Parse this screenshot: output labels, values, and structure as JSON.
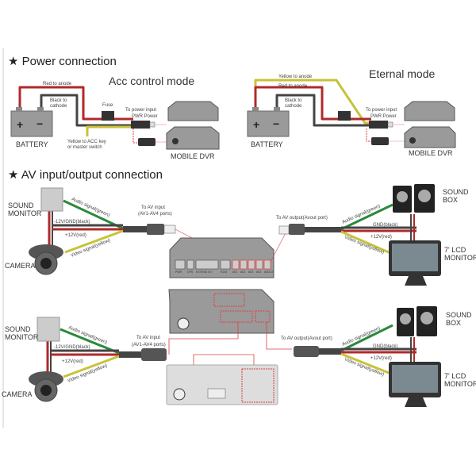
{
  "power": {
    "heading": "★ Power connection",
    "acc": {
      "title": "Acc control mode",
      "red_label": "Red to anode",
      "black_label_1": "Black to",
      "black_label_2": "cathode",
      "fuse_label": "Fuse",
      "yellow_label_1": "Yellow to ACC key",
      "yellow_label_2": "or master switch",
      "power_input_1": "To power input",
      "power_input_2": "PWR Power",
      "battery": "BATTERY",
      "dvr": "MOBILE DVR"
    },
    "eternal": {
      "title": "Eternal mode",
      "yellow_label": "Yellow to anode",
      "red_label": "Red to anode",
      "black_label_1": "Black to",
      "black_label_2": "cathode",
      "power_input_1": "To power input",
      "power_input_2": "PWR Power",
      "battery": "BATTERY",
      "dvr": "MOBILE DVR"
    }
  },
  "av": {
    "heading": "★ AV input/output connection",
    "sound_monitor_1": "SOUND",
    "sound_monitor_2": "MONITOR",
    "camera": "CAMERA",
    "audio_in": "Audio signal(green)",
    "gnd_in": "-12V/GND(black)",
    "plus12_in": "+12V(red)",
    "video_in": "Video signal(yellow)",
    "to_av_input_1": "To AV input",
    "to_av_input_2": "(AV1-AV4 ports)",
    "to_av_output": "To AV output(Avout port)",
    "audio_out": "Audio signal(green)",
    "gnd_out": "GND(black)",
    "plus12_out": "+12V(red)",
    "video_out": "Video signal(yellow)",
    "sound_box_1": "SOUND",
    "sound_box_2": "BOX",
    "lcd_1": "7' LCD",
    "lcd_2": "MONITOR",
    "panel_ports": [
      "PWR",
      "GPS",
      "EXTEND I/O",
      "RJ45",
      "AV1",
      "AV2",
      "AV3",
      "AV4",
      "AVOUT"
    ]
  },
  "colors": {
    "red_wire": "#b02a2a",
    "black_wire": "#444444",
    "yellow_wire": "#c8c23a",
    "green_wire": "#2a8a3a",
    "device_gray": "#9a9a9a",
    "highlight_red": "#e04040"
  }
}
